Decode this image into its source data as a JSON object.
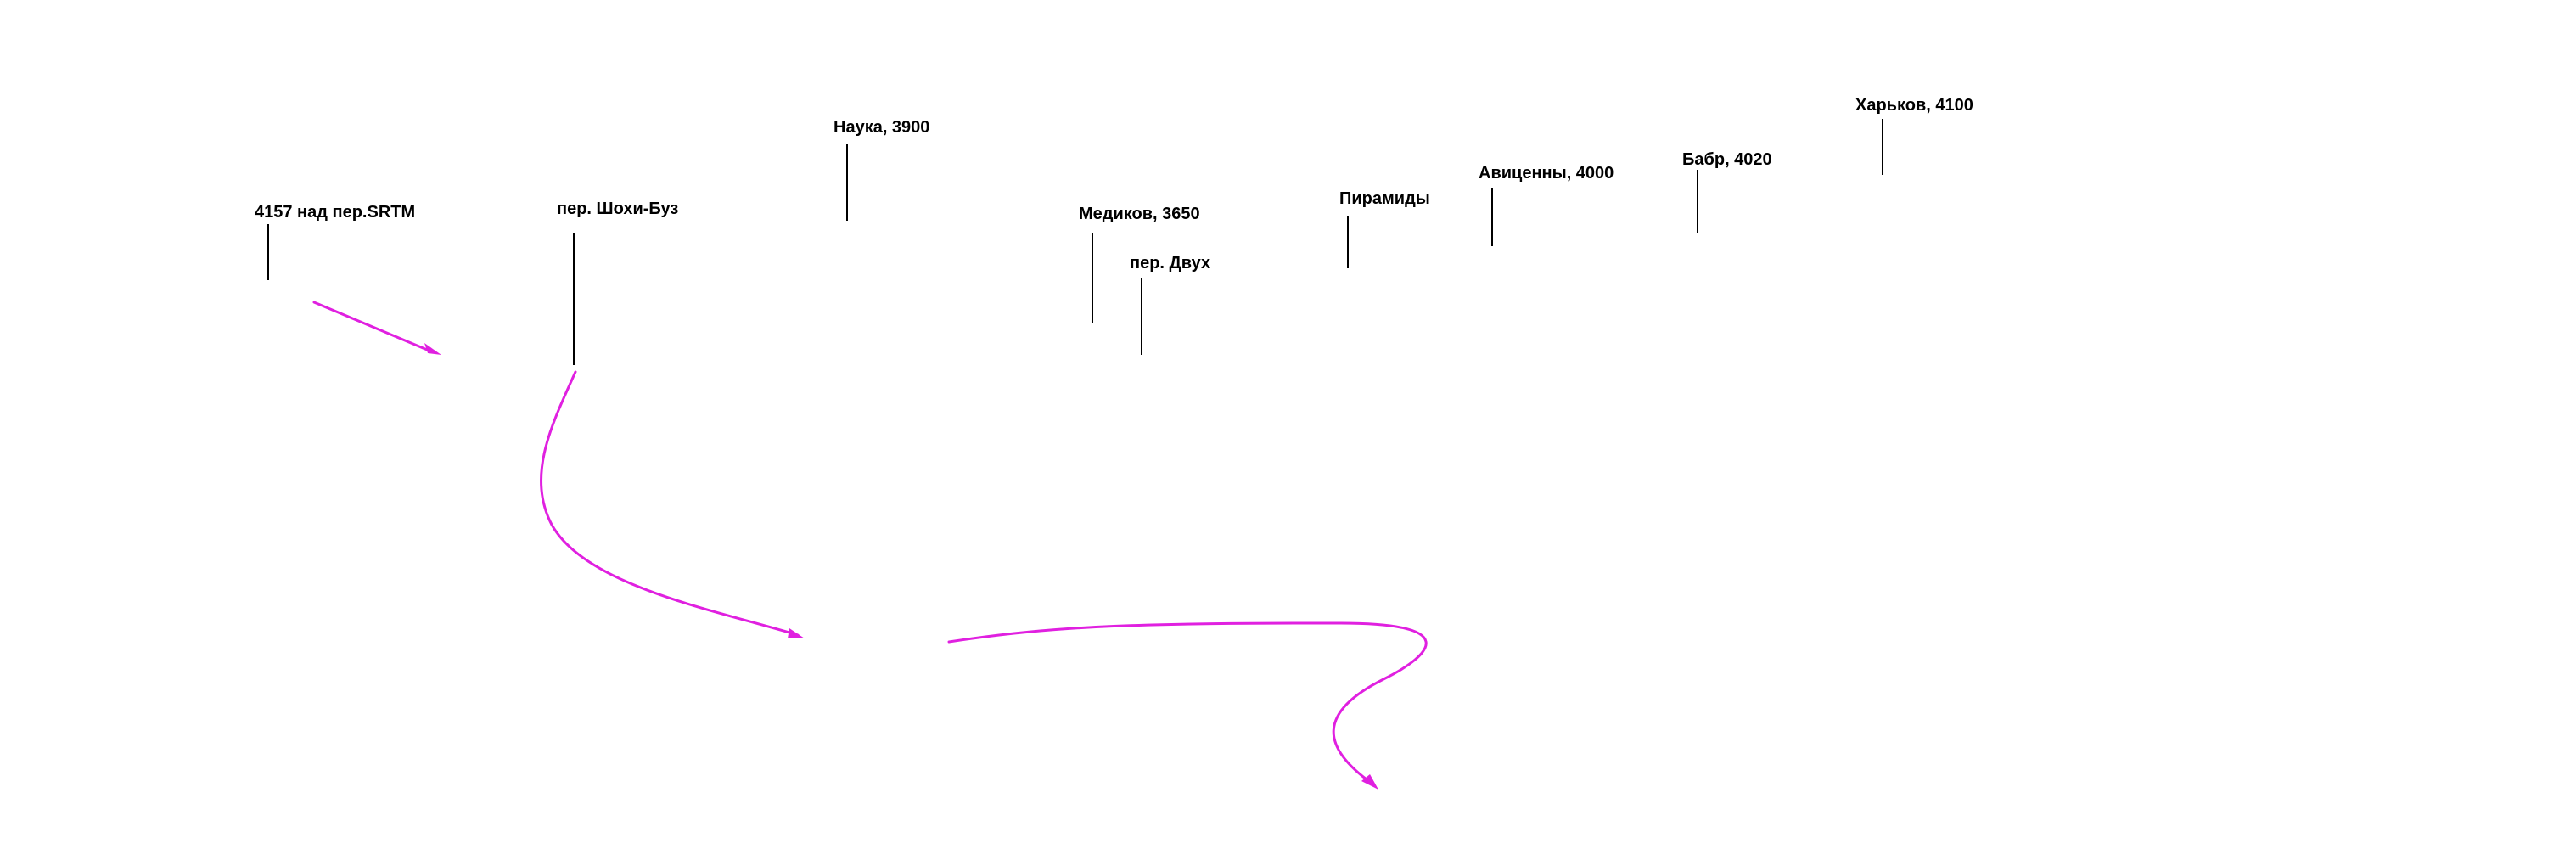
{
  "colors": {
    "route": "#e020e0",
    "leader": "#000000",
    "label": "#000000",
    "background": "#ffffff"
  },
  "labels": [
    {
      "id": "srtm",
      "text": "4157 над пер.SRTM"
    },
    {
      "id": "shokhi-buz",
      "text": "пер. Шохи-Буз"
    },
    {
      "id": "nauka",
      "text": "Наука, 3900"
    },
    {
      "id": "medikov",
      "text": "Медиков, 3650"
    },
    {
      "id": "dvukh",
      "text": "пер. Двух"
    },
    {
      "id": "piramidy",
      "text": "Пирамиды"
    },
    {
      "id": "avitsenny",
      "text": "Авиценны, 4000"
    },
    {
      "id": "babr",
      "text": "Бабр, 4020"
    },
    {
      "id": "kharkov",
      "text": "Харьков, 4100"
    }
  ]
}
